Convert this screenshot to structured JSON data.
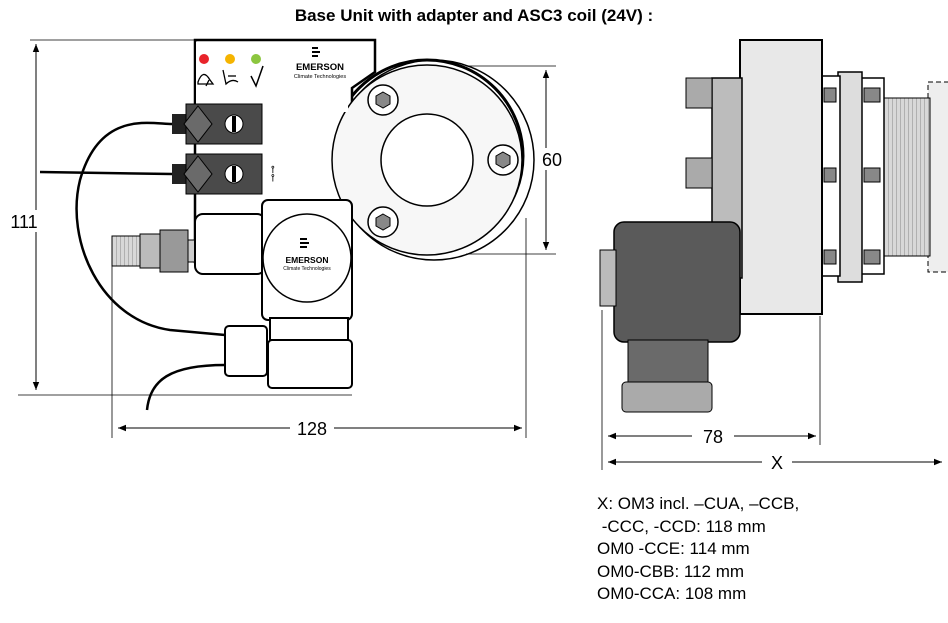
{
  "title": "Base Unit with adapter and ASC3 coil (24V) :",
  "dimensions": {
    "height": "111",
    "width": "128",
    "diameter": "60",
    "coil_depth": "78",
    "total_depth": "X"
  },
  "brand": {
    "name": "EMERSON",
    "sub": "Climate Technologies"
  },
  "indicator_colors": {
    "alarm": "#e8232a",
    "warning": "#f5b400",
    "ok": "#8cc63f"
  },
  "icons": [
    "alarm-bell-icon",
    "warning-bell-icon",
    "checkmark-icon"
  ],
  "notes": [
    "X: OM3 incl. –CUA, –CCB,",
    " -CCC, -CCD: 118 mm",
    "OM0 -CCE: 114 mm",
    "OM0-CBB: 112 mm",
    "OM0-CCA: 108 mm"
  ]
}
